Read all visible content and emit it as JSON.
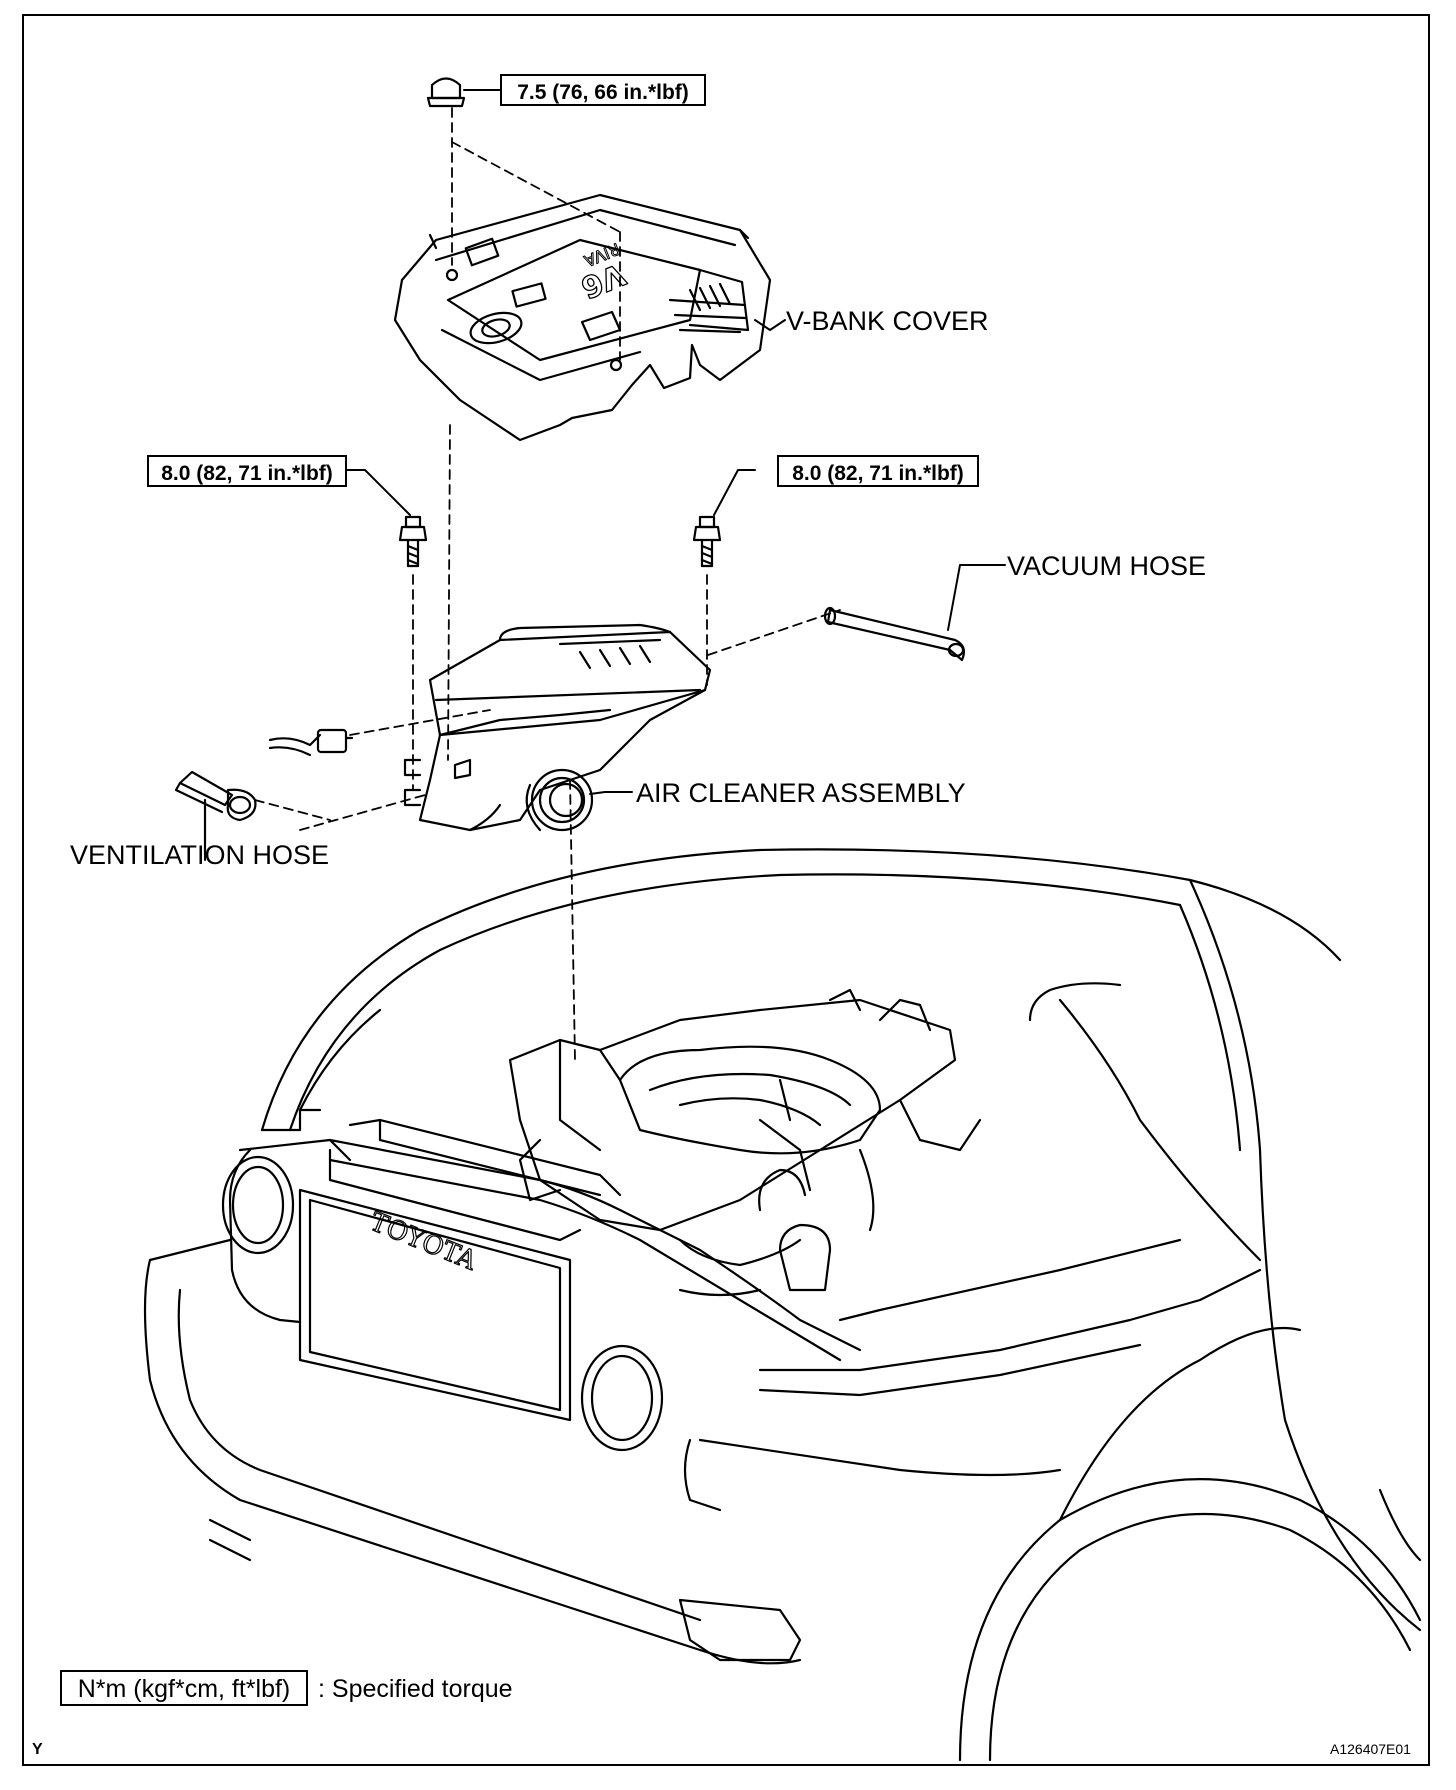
{
  "torque_specs": {
    "cover_nut": "7.5 (76, 66 in.*lbf)",
    "left_bolt": "8.0 (82, 71 in.*lbf)",
    "right_bolt": "8.0 (82, 71 in.*lbf)"
  },
  "parts": {
    "v_bank_cover": "V-BANK COVER",
    "vacuum_hose": "VACUUM HOSE",
    "air_cleaner": "AIR CLEANER ASSEMBLY",
    "ventilation_hose": "VENTILATION HOSE"
  },
  "legend": {
    "unit_box": "N*m (kgf*cm, ft*lbf)",
    "description": ": Specified torque"
  },
  "corner": {
    "left_code": "Y",
    "figure_id": "A126407E01"
  },
  "artwork": {
    "cover_marking": "V6",
    "cover_marking_small": "RIVA",
    "grille_brand": "TOYOTA"
  }
}
